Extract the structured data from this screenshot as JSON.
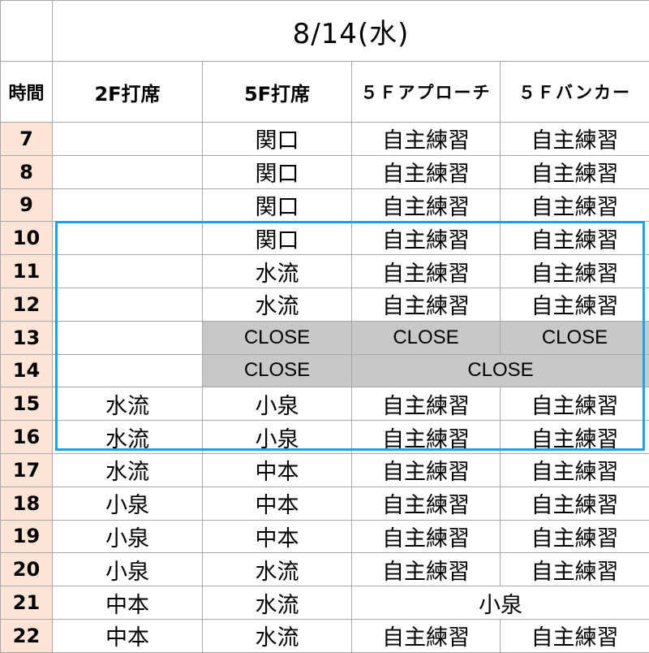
{
  "title": "8/14(水)",
  "headers": {
    "hour": "時間",
    "floor2": "2F打席",
    "floor5": "5F打席",
    "approach": "５Ｆアプローチ",
    "bunker": "５Ｆバンカー"
  },
  "rows": [
    {
      "hour": "7",
      "floor2": "",
      "floor5": "関口",
      "approach": "自主練習",
      "bunker": "自主練習"
    },
    {
      "hour": "8",
      "floor2": "",
      "floor5": "関口",
      "approach": "自主練習",
      "bunker": "自主練習"
    },
    {
      "hour": "9",
      "floor2": "",
      "floor5": "関口",
      "approach": "自主練習",
      "bunker": "自主練習"
    },
    {
      "hour": "10",
      "floor2": "",
      "floor5": "関口",
      "approach": "自主練習",
      "bunker": "自主練習"
    },
    {
      "hour": "11",
      "floor2": "",
      "floor5": "水流",
      "approach": "自主練習",
      "bunker": "自主練習"
    },
    {
      "hour": "12",
      "floor2": "",
      "floor5": "水流",
      "approach": "自主練習",
      "bunker": "自主練習"
    },
    {
      "hour": "13",
      "floor2": "",
      "floor5": "CLOSE",
      "approach": "CLOSE",
      "bunker": "CLOSE"
    },
    {
      "hour": "14",
      "floor2": "",
      "floor5": "CLOSE",
      "approach_bunker": "CLOSE"
    },
    {
      "hour": "15",
      "floor2": "水流",
      "floor5": "小泉",
      "approach": "自主練習",
      "bunker": "自主練習"
    },
    {
      "hour": "16",
      "floor2": "水流",
      "floor5": "小泉",
      "approach": "自主練習",
      "bunker": "自主練習"
    },
    {
      "hour": "17",
      "floor2": "水流",
      "floor5": "中本",
      "approach": "自主練習",
      "bunker": "自主練習"
    },
    {
      "hour": "18",
      "floor2": "小泉",
      "floor5": "中本",
      "approach": "自主練習",
      "bunker": "自主練習"
    },
    {
      "hour": "19",
      "floor2": "小泉",
      "floor5": "中本",
      "approach": "自主練習",
      "bunker": "自主練習"
    },
    {
      "hour": "20",
      "floor2": "小泉",
      "floor5": "水流",
      "approach": "自主練習",
      "bunker": "自主練習"
    },
    {
      "hour": "21",
      "floor2": "中本",
      "floor5": "水流",
      "approach_bunker": "小泉"
    },
    {
      "hour": "22",
      "floor2": "中本",
      "floor5": "水流",
      "approach": "自主練習",
      "bunker": "自主練習"
    }
  ],
  "colors": {
    "hour_bg": "#fce4d6",
    "closed_bg": "#c8c8c8",
    "highlight_border": "#19a5e8",
    "grid": "#a8a8a8"
  }
}
